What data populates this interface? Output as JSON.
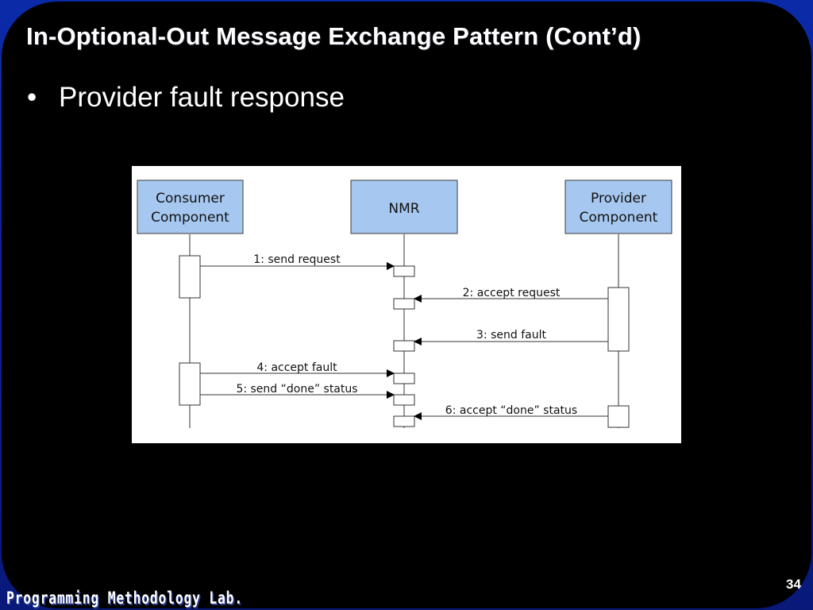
{
  "slide": {
    "title": "In-Optional-Out Message Exchange Pattern (Cont’d)",
    "bullet": "•",
    "bullet_text": "Provider fault response",
    "footer": "Programming Methodology Lab.",
    "page_number": "34"
  },
  "diagram": {
    "participants": [
      {
        "line1": "Consumer",
        "line2": "Component"
      },
      {
        "line1": "NMR",
        "line2": ""
      },
      {
        "line1": "Provider",
        "line2": "Component"
      }
    ],
    "messages": [
      {
        "label": "1: send request",
        "from": "consumer",
        "to": "nmr"
      },
      {
        "label": "2: accept request",
        "from": "provider",
        "to": "nmr"
      },
      {
        "label": "3: send fault",
        "from": "provider",
        "to": "nmr"
      },
      {
        "label": "4: accept fault",
        "from": "consumer",
        "to": "nmr"
      },
      {
        "label": "5: send “done” status",
        "from": "consumer",
        "to": "nmr"
      },
      {
        "label": "6: accept “done” status",
        "from": "provider",
        "to": "nmr"
      }
    ],
    "colors": {
      "box_fill": "#a6c8f0",
      "box_stroke": "#3a3a3a",
      "line": "#333333"
    }
  }
}
